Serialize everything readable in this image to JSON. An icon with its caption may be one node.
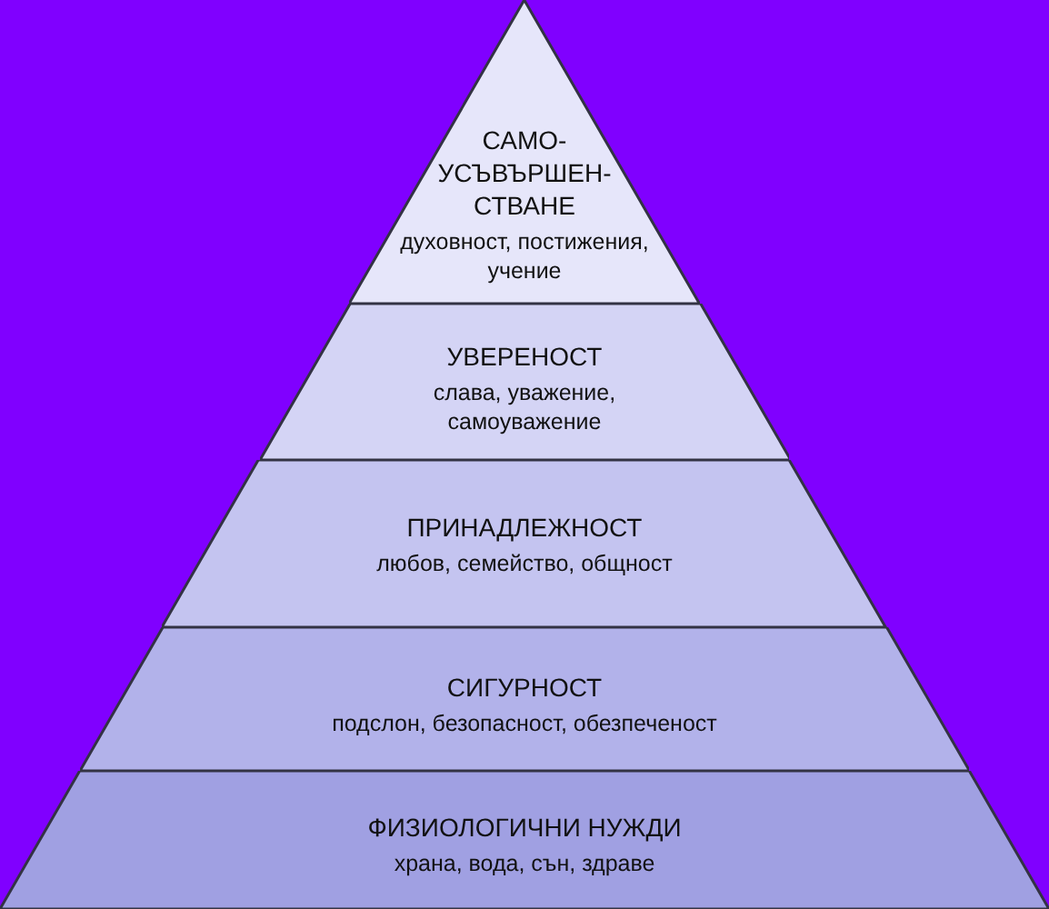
{
  "diagram": {
    "nodes": [
      {
        "text": [
          "САМО- УСЪВЪРШЕН- СТВАНЕ",
          "духовност, постижения, учение"
        ]
      },
      {
        "text": [
          "УВЕРЕНОСТ",
          "слава, уважение, самоуважение"
        ]
      },
      {
        "text": [
          "ПРИНАДЛЕЖНОСТ",
          "любов, семейство, общност"
        ]
      },
      {
        "text": [
          "СИГУРНОСТ",
          "подслон, безопасност, обезпеченост"
        ]
      },
      {
        "text": [
          "ФИЗИОЛОГИЧНИ НУЖДИ",
          "храна, вода, сън, здраве"
        ]
      }
    ]
  }
}
